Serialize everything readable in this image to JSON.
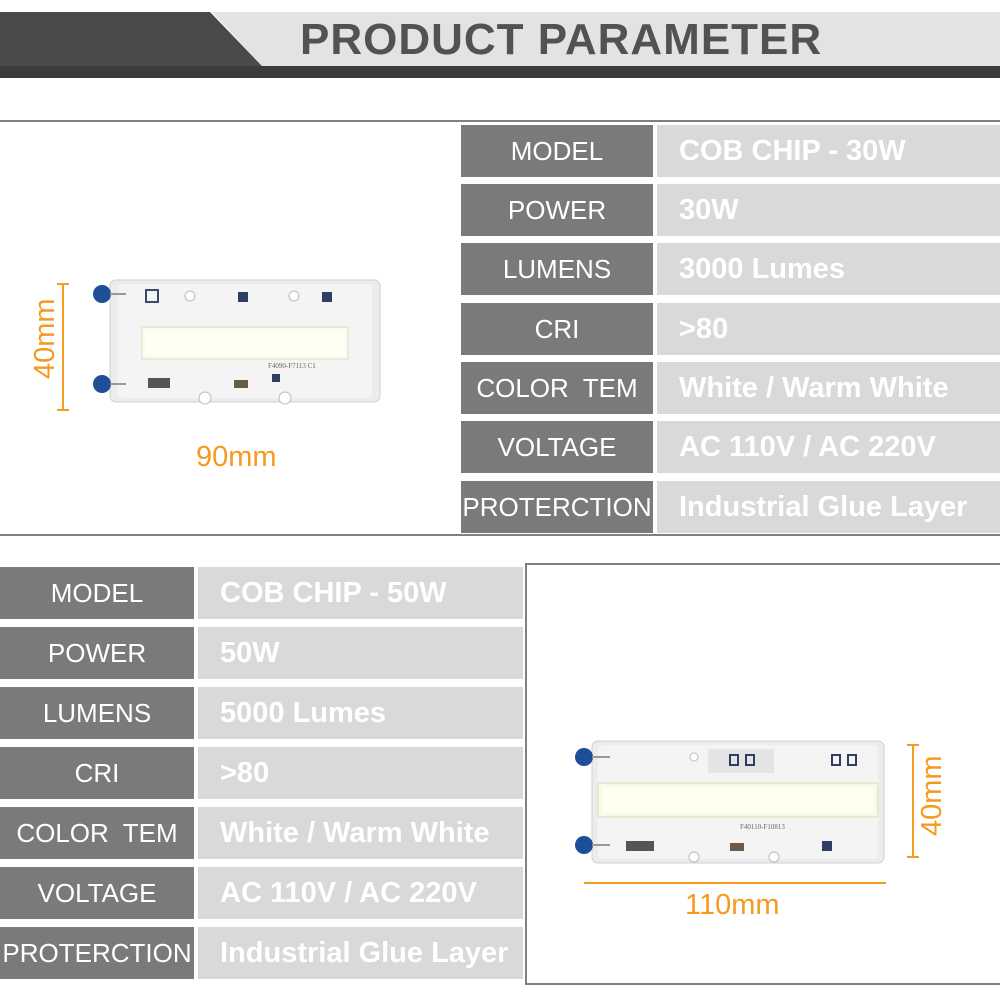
{
  "header": {
    "title": "PRODUCT PARAMETER"
  },
  "colors": {
    "dimension": "#f59a1f",
    "label_bg": "#7a7a7a",
    "value_bg": "#d9d9d9",
    "header_dark": "#4a4a4a"
  },
  "product_30w": {
    "specs": [
      {
        "label": "MODEL",
        "value": "COB CHIP - 30W"
      },
      {
        "label": "POWER",
        "value": "30W"
      },
      {
        "label": "LUMENS",
        "value": "3000 Lumes"
      },
      {
        "label": "CRI",
        "value": ">80"
      },
      {
        "label": "COLOR  TEM",
        "value": "White / Warm White"
      },
      {
        "label": "VOLTAGE",
        "value": "AC 110V / AC 220V"
      },
      {
        "label": "PROTERCTION",
        "value": "Industrial Glue Layer"
      }
    ],
    "height_label": "40mm",
    "width_label": "90mm",
    "chip_marking": "F4090-F7113 C1"
  },
  "product_50w": {
    "specs": [
      {
        "label": "MODEL",
        "value": "COB CHIP - 50W"
      },
      {
        "label": "POWER",
        "value": "50W"
      },
      {
        "label": "LUMENS",
        "value": "5000 Lumes"
      },
      {
        "label": "CRI",
        "value": ">80"
      },
      {
        "label": "COLOR  TEM",
        "value": "White / Warm White"
      },
      {
        "label": "VOLTAGE",
        "value": "AC 110V / AC 220V"
      },
      {
        "label": "PROTERCTION",
        "value": "Industrial Glue Layer"
      }
    ],
    "height_label": "40mm",
    "width_label": "110mm",
    "chip_marking": "F40110-F10813"
  }
}
